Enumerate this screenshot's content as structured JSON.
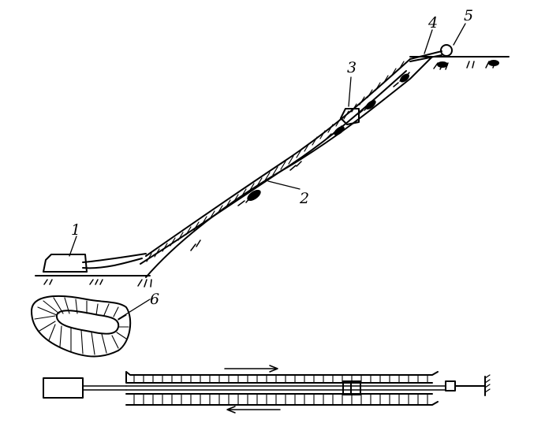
{
  "figure": {
    "labels": [
      {
        "id": "winch-unit",
        "text": "1"
      },
      {
        "id": "slope-ground",
        "text": "2"
      },
      {
        "id": "carriage",
        "text": "3"
      },
      {
        "id": "rope",
        "text": "4"
      },
      {
        "id": "anchor-pulley",
        "text": "5"
      },
      {
        "id": "ring-cross-section",
        "text": "6"
      }
    ],
    "colors": {
      "ink": "#000000",
      "background": "#ffffff"
    }
  }
}
